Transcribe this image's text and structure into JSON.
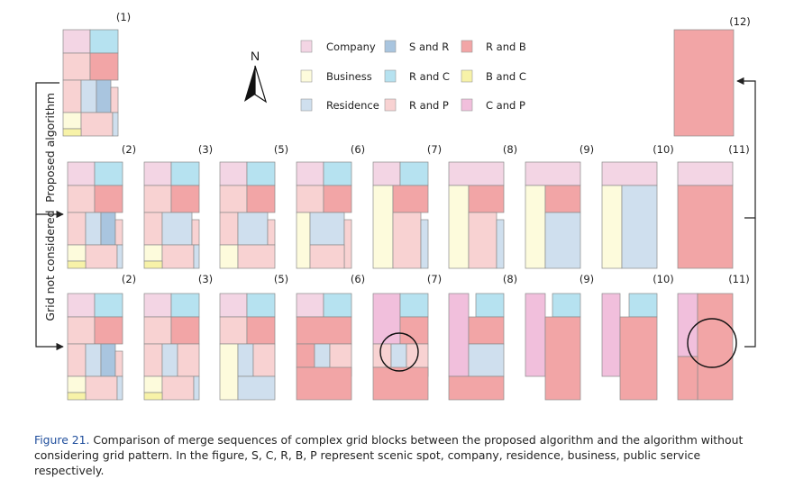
{
  "colors": {
    "company": "#f3d5e4",
    "business": "#fdfbdc",
    "residence": "#cfdfee",
    "s_and_r": "#a9c5df",
    "r_and_c": "#b6e2f0",
    "r_and_p": "#f8d2d2",
    "r_and_b": "#f2a5a6",
    "b_and_c": "#f7f2a8",
    "c_and_p": "#f1bfdc",
    "arrow": "#222222",
    "caption_label": "#1f4e9c"
  },
  "legend": [
    {
      "key": "company",
      "label": "Company"
    },
    {
      "key": "s_and_r",
      "label": "S and R"
    },
    {
      "key": "r_and_b",
      "label": "R and B"
    },
    {
      "key": "business",
      "label": "Business"
    },
    {
      "key": "r_and_c",
      "label": "R and C"
    },
    {
      "key": "b_and_c",
      "label": "B and C"
    },
    {
      "key": "residence",
      "label": "Residence"
    },
    {
      "key": "r_and_p",
      "label": "R and P"
    },
    {
      "key": "c_and_p",
      "label": "C and P"
    }
  ],
  "north_label": "N",
  "side_labels": {
    "top": "Proposed algorithm",
    "bottom": "Grid not considered"
  },
  "top_labels": {
    "left": "(1)",
    "right": "(12)"
  },
  "rows": {
    "proposed": [
      "(2)",
      "(3)",
      "(5)",
      "(6)",
      "(7)",
      "(8)",
      "(9)",
      "(10)",
      "(11)"
    ],
    "grid_not_considered": [
      "(2)",
      "(3)",
      "(5)",
      "(6)",
      "(7)",
      "(8)",
      "(9)",
      "(10)",
      "(11)"
    ]
  },
  "caption": {
    "label": "Figure 21.",
    "text": " Comparison of merge sequences of complex grid blocks between the proposed algorithm and the algorithm without considering grid pattern. In the figure, S, C, R, B, P represent scenic spot, company, residence, business, public service respectively."
  }
}
